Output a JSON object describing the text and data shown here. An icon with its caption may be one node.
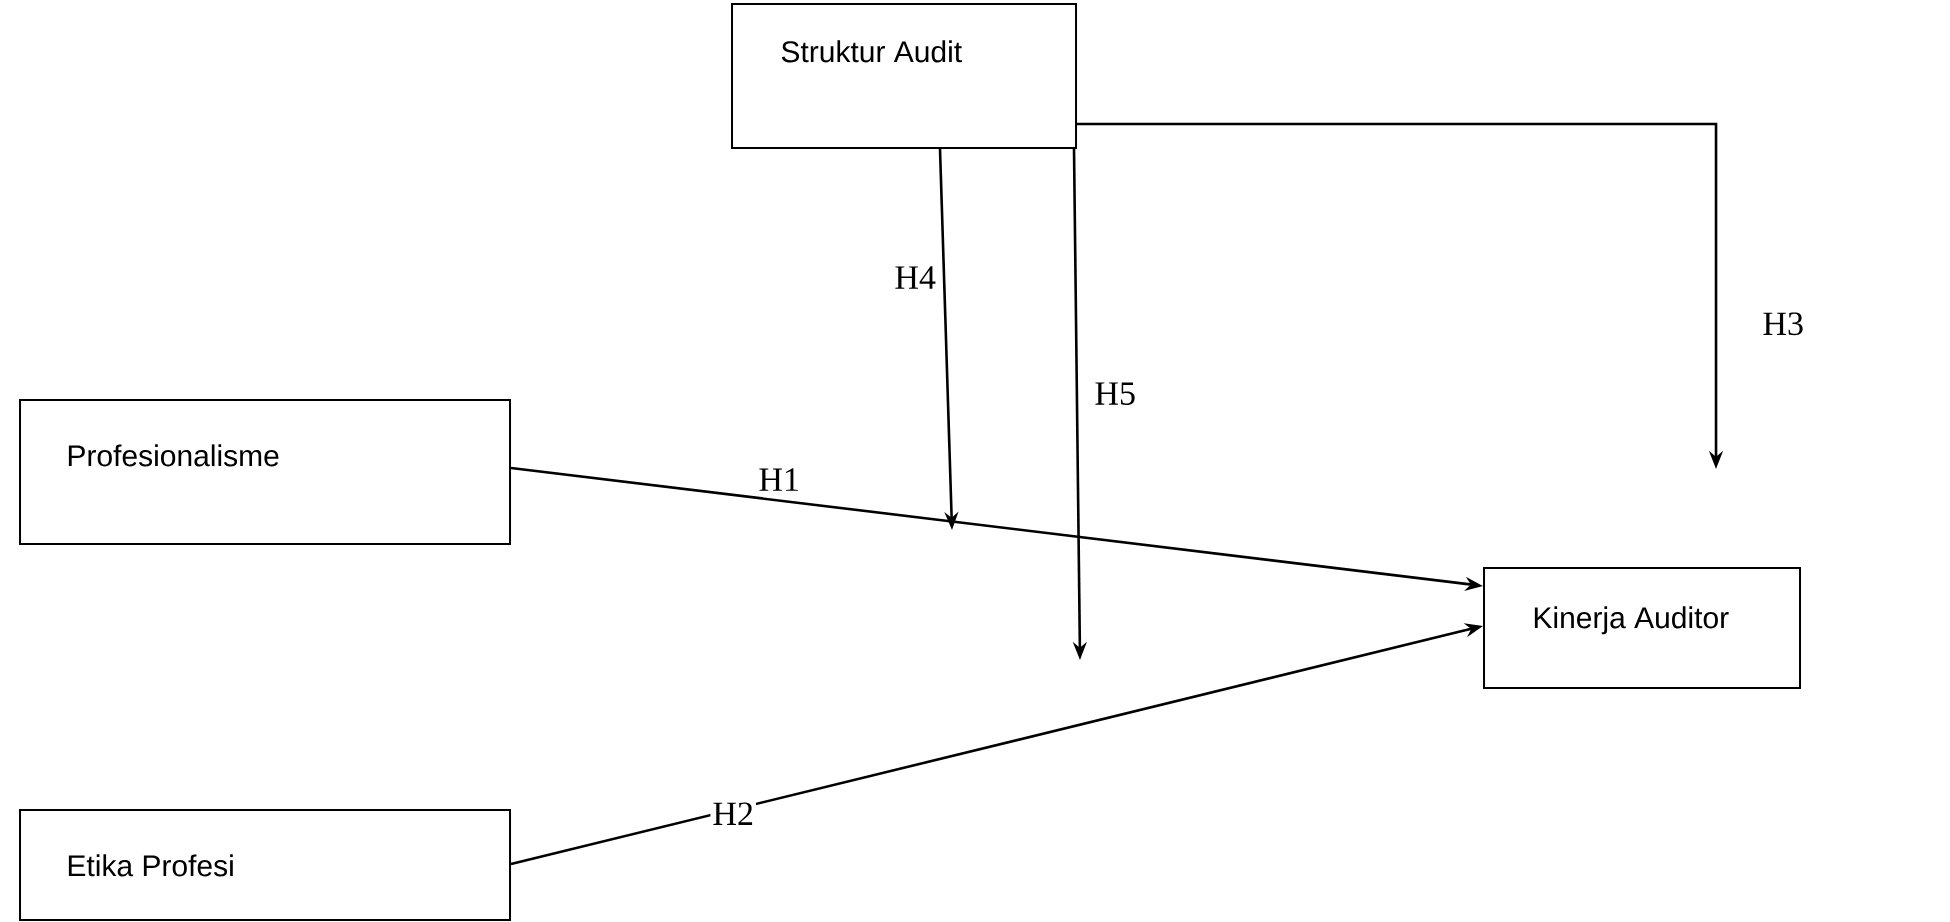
{
  "diagram": {
    "nodes": [
      {
        "text": [
          "Struktur Audit"
        ]
      },
      {
        "text": [
          "Profesionalisme"
        ]
      },
      {
        "text": [
          "Kinerja Auditor"
        ]
      },
      {
        "text": [
          "Etika Profesi"
        ]
      }
    ],
    "edges": [
      {
        "from": 1,
        "to": 2,
        "arrow": "to",
        "label": "H1"
      },
      {
        "from": 3,
        "to": 2,
        "arrow": "to",
        "label": "H2"
      },
      {
        "from": 0,
        "to": 2,
        "arrow": "to",
        "label": "H3"
      },
      {
        "from": 0,
        "to": null,
        "arrow": "to",
        "label": "H4"
      },
      {
        "from": 0,
        "to": null,
        "arrow": "to",
        "label": "H5"
      }
    ]
  }
}
